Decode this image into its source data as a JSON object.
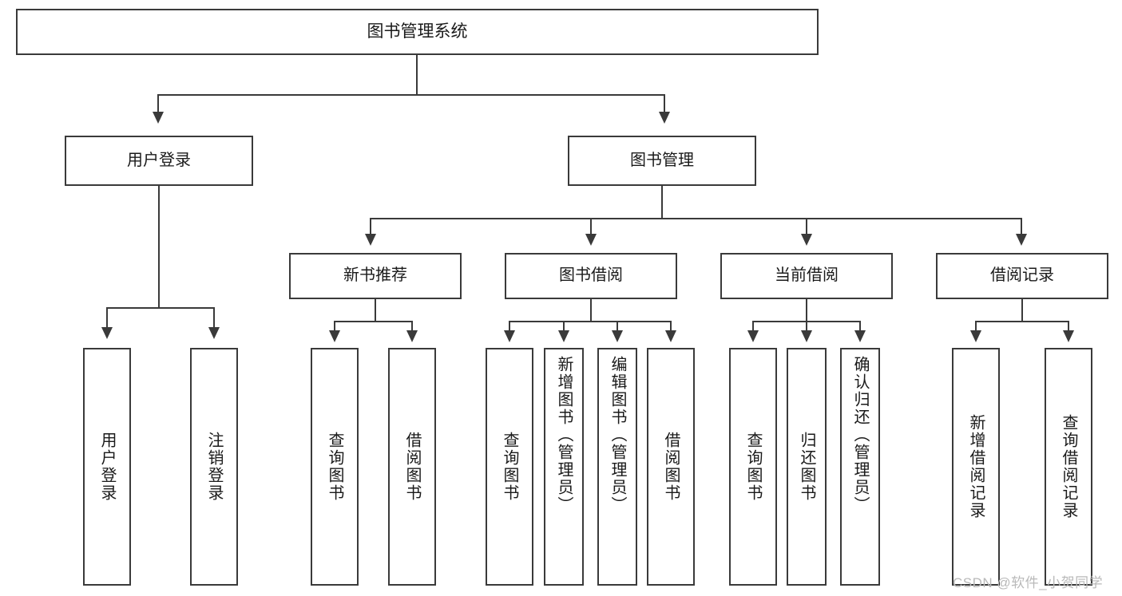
{
  "diagram": {
    "type": "tree",
    "title": "图书管理系统",
    "root": {
      "id": "root",
      "label": "图书管理系统"
    },
    "level2": [
      {
        "id": "user-login",
        "label": "用户登录"
      },
      {
        "id": "book-manage",
        "label": "图书管理"
      }
    ],
    "level3": [
      {
        "id": "new-book-recommend",
        "label": "新书推荐"
      },
      {
        "id": "book-borrow",
        "label": "图书借阅"
      },
      {
        "id": "current-borrow",
        "label": "当前借阅"
      },
      {
        "id": "borrow-record",
        "label": "借阅记录"
      }
    ],
    "leaves": [
      {
        "id": "leaf-user-login",
        "label": "用户登录",
        "parent": "user-login"
      },
      {
        "id": "leaf-logout",
        "label": "注销登录",
        "parent": "user-login"
      },
      {
        "id": "leaf-query-book-1",
        "label": "查询图书",
        "parent": "new-book-recommend"
      },
      {
        "id": "leaf-borrow-book-1",
        "label": "借阅图书",
        "parent": "new-book-recommend"
      },
      {
        "id": "leaf-query-book-2",
        "label": "查询图书",
        "parent": "book-borrow"
      },
      {
        "id": "leaf-add-book",
        "label": "新增图书（管理员）",
        "parent": "book-borrow"
      },
      {
        "id": "leaf-edit-book",
        "label": "编辑图书（管理员）",
        "parent": "book-borrow"
      },
      {
        "id": "leaf-borrow-book-2",
        "label": "借阅图书",
        "parent": "book-borrow"
      },
      {
        "id": "leaf-query-book-3",
        "label": "查询图书",
        "parent": "current-borrow"
      },
      {
        "id": "leaf-return-book",
        "label": "归还图书",
        "parent": "current-borrow"
      },
      {
        "id": "leaf-confirm-return",
        "label": "确认归还（管理员）",
        "parent": "current-borrow"
      },
      {
        "id": "leaf-add-record",
        "label": "新增借阅记录",
        "parent": "borrow-record"
      },
      {
        "id": "leaf-query-record",
        "label": "查询借阅记录",
        "parent": "borrow-record"
      }
    ],
    "colors": {
      "stroke": "#3a3a3a",
      "fill": "#ffffff",
      "text": "#1a1a1a",
      "watermark": "#b9b9b9"
    }
  },
  "watermark": {
    "text": "CSDN @软件_小贺同学"
  }
}
